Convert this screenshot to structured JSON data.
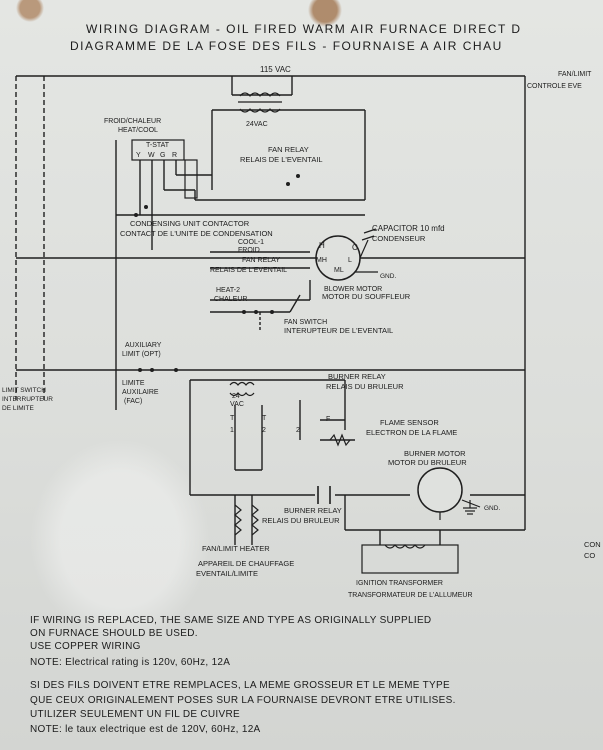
{
  "header": {
    "line1": "WIRING DIAGRAM - OIL FIRED WARM AIR FURNACE DIRECT D",
    "line2": "DIAGRAMME DE LA FOSE DES FILS - FOURNAISE A AIR CHAU"
  },
  "supply": "115 VAC",
  "fan_limit_control": {
    "en": "FAN/LIMIT",
    "fr": "CONTROLE EVE"
  },
  "transformer_24": "24VAC",
  "thermostat": {
    "label_fr": "FROID/CHALEUR",
    "label_en": "HEAT/COOL",
    "name": "T-STAT",
    "terminals": [
      "Y",
      "W",
      "G",
      "R"
    ]
  },
  "fan_relay_top": {
    "en": "FAN RELAY",
    "fr": "RELAIS DE L'EVENTAIL"
  },
  "condensing_contactor": {
    "en": "CONDENSING UNIT CONTACTOR",
    "fr": "CONTACT DE L'UNITE DE CONDENSATION"
  },
  "cool_label": {
    "a": "COOL-1",
    "b": "FROID"
  },
  "fan_relay_mid": {
    "en": "FAN RELAY",
    "fr": "RELAIS DE L'EVENTAIL"
  },
  "heat_label": {
    "a": "HEAT-2",
    "b": "CHALEUR"
  },
  "fan_switch": {
    "en": "FAN SWITCH",
    "fr": "INTERUPTEUR DE L'EVENTAIL"
  },
  "capacitor": {
    "en": "CAPACITOR  10 mfd",
    "fr": "CONDENSEUR"
  },
  "blower_motor": {
    "en": "BLOWER MOTOR",
    "fr": "MOTOR DU SOUFFLEUR"
  },
  "blower_taps": {
    "h": "H",
    "mh": "MH",
    "ml": "ML",
    "l": "L",
    "c": "C"
  },
  "gnd": "GND.",
  "aux_limit": {
    "en": "AUXILIARY",
    "b": "LIMIT (OPT)",
    "c": "LIMITE",
    "d": "AUXILAIRE",
    "e": "(FAC)"
  },
  "limit_switch": {
    "en": "LIMIT SWITCH",
    "fr1": "INTERRUPTEUR",
    "fr2": "DE LIMITE"
  },
  "burner_relay_top": {
    "en": "BURNER RELAY",
    "fr": "RELAIS DU BRULEUR"
  },
  "relay_24": {
    "a": "24",
    "b": "VAC"
  },
  "relay_terms": {
    "t1": "T",
    "t2": "T",
    "one": "1",
    "two_a": "2",
    "two_b": "2",
    "f": "F"
  },
  "flame_sensor": {
    "en": "FLAME SENSOR",
    "fr": "ELECTRON DE LA FLAME"
  },
  "burner_motor": {
    "en": "BURNER MOTOR",
    "fr": "MOTOR DU BRULEUR"
  },
  "burner_relay_bot": {
    "en": "BURNER RELAY",
    "fr": "RELAIS DU BRULEUR"
  },
  "fan_limit_heater": {
    "en": "FAN/LIMIT HEATER",
    "fr1": "APPAREIL DE CHAUFFAGE",
    "fr2": "EVENTAIL/LIMITE"
  },
  "ignition": {
    "en": "IGNITION TRANSFORMER",
    "fr": "TRANSFORMATEUR DE L'ALLUMEUR"
  },
  "edge_right": {
    "a": "CON",
    "b": "CO"
  },
  "notes_en": [
    "IF WIRING IS REPLACED, THE SAME SIZE AND TYPE AS ORIGINALLY SUPPLIED",
    "ON FURNACE SHOULD BE USED.",
    "USE COPPER WIRING",
    "NOTE: Electrical rating is 120v, 60Hz, 12A"
  ],
  "notes_fr": [
    "SI DES FILS DOIVENT ETRE REMPLACES, LA MEME GROSSEUR ET LE MEME TYPE",
    "QUE CEUX ORIGINALEMENT POSES SUR LA FOURNAISE DEVRONT ETRE UTILISES.",
    "UTILIZER SEULEMENT UN FIL DE CUIVRE",
    "NOTE: le taux electrique est de 120V, 60Hz, 12A"
  ]
}
